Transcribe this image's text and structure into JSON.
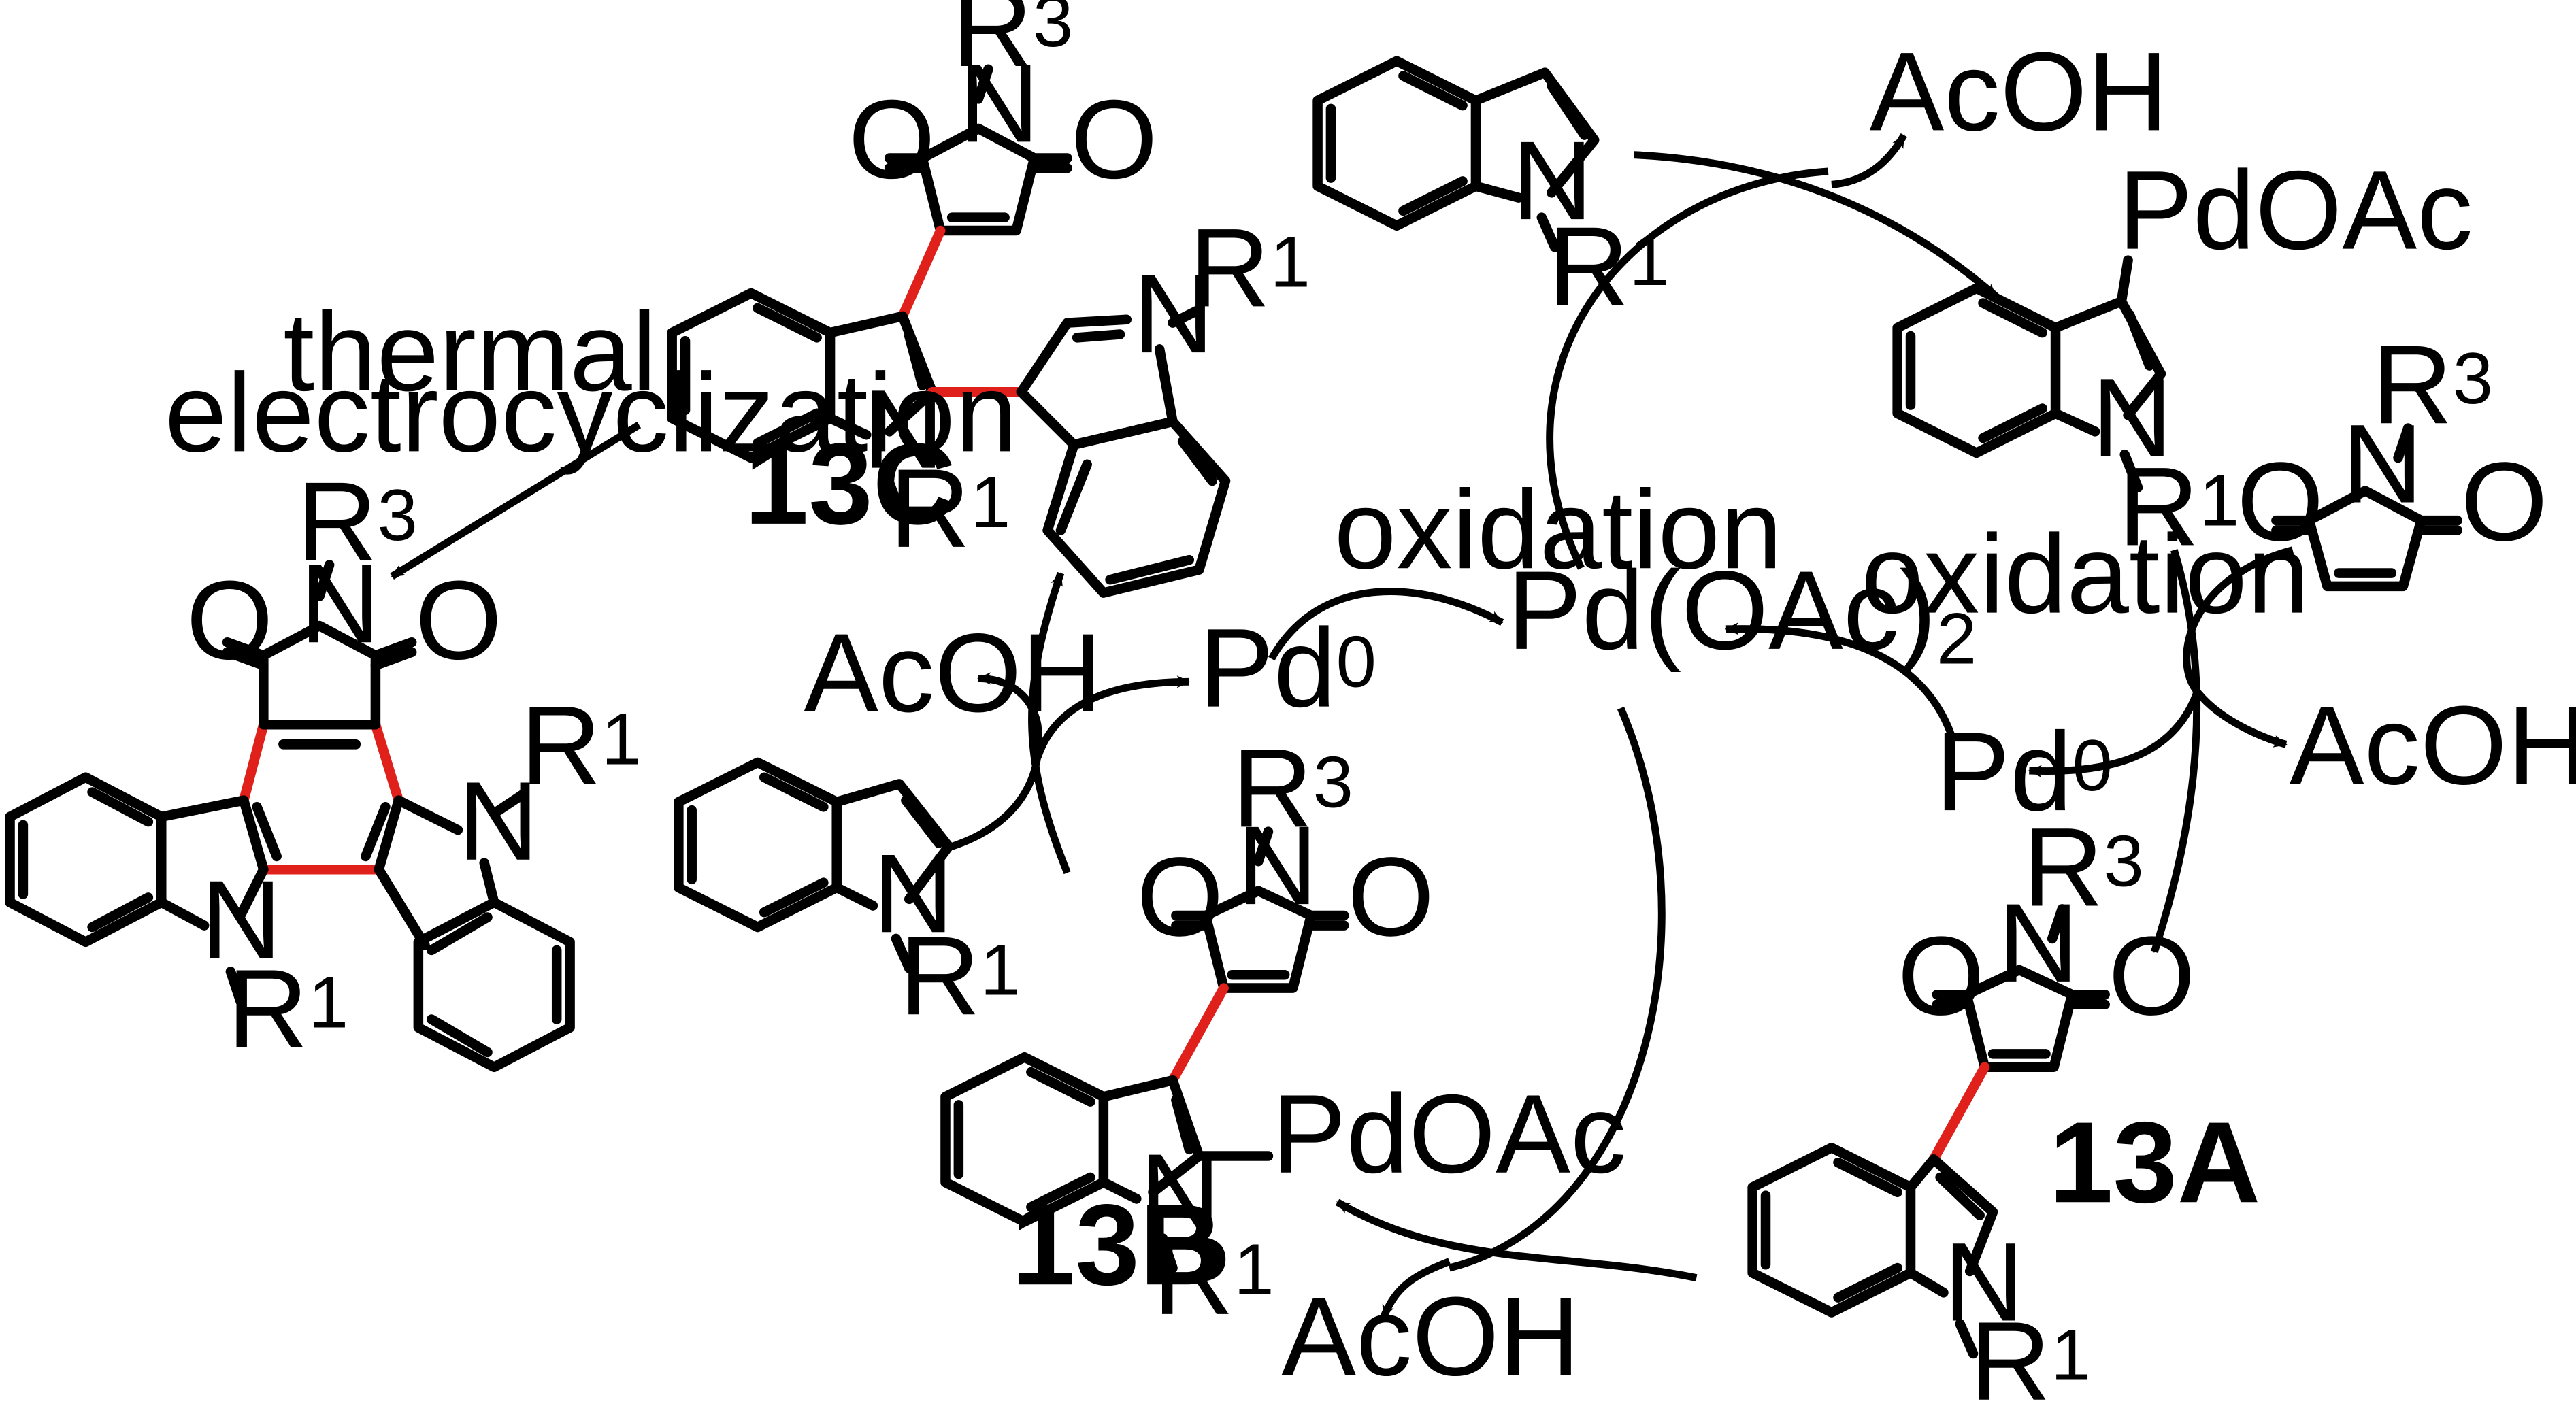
{
  "labels": {
    "acoh": "AcOH",
    "pdoac": "PdOAc",
    "pd0": "Pd",
    "pd0_sup": "0",
    "pdoac2_main": "Pd(OAc)",
    "pdoac2_sub": "2",
    "oxidation": "oxidation",
    "thermal": "thermal",
    "electrocyclization": "electrocyclization",
    "n": "N",
    "o": "O",
    "r": "R",
    "r1_sup": "1",
    "r3_sup": "3"
  },
  "compounds": {
    "c13A": "13A",
    "c13B": "13B",
    "c13C": "13C"
  },
  "colors": {
    "new_bond": "#e0201a",
    "bond": "#000000"
  }
}
